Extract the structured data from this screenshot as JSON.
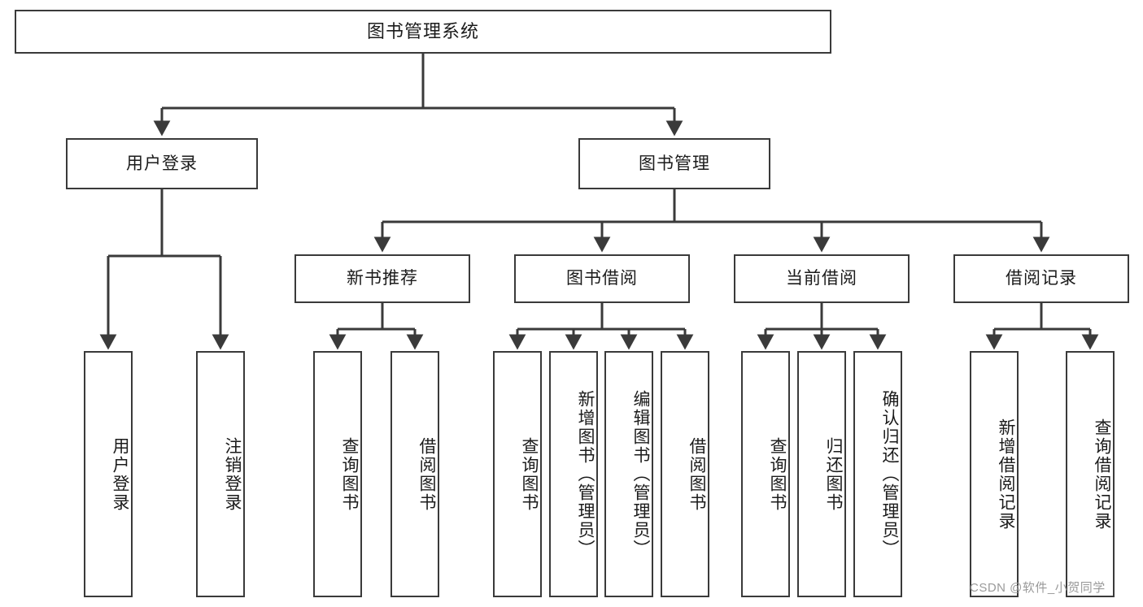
{
  "diagram": {
    "type": "tree-hierarchy",
    "title": "图书管理系统",
    "orientation": "top-down",
    "line_color": "#3a3a3a",
    "box_fill": "#ffffff",
    "text_color": "#1b1b1b",
    "levels": 4
  },
  "root": {
    "label": "图书管理系统"
  },
  "level2": [
    {
      "label": "用户登录"
    },
    {
      "label": "图书管理"
    }
  ],
  "level3": [
    {
      "label": "新书推荐"
    },
    {
      "label": "图书借阅"
    },
    {
      "label": "当前借阅"
    },
    {
      "label": "借阅记录"
    }
  ],
  "leaves": {
    "user_login": [
      {
        "label": "用户登录"
      },
      {
        "label": "注销登录"
      }
    ],
    "new_book_recommend": [
      {
        "label": "查询图书"
      },
      {
        "label": "借阅图书"
      }
    ],
    "book_borrow": [
      {
        "label": "查询图书"
      },
      {
        "label": "新增图书（管理员）"
      },
      {
        "label": "编辑图书（管理员）"
      },
      {
        "label": "借阅图书"
      }
    ],
    "current_borrow": [
      {
        "label": "查询图书"
      },
      {
        "label": "归还图书"
      },
      {
        "label": "确认归还（管理员）"
      }
    ],
    "borrow_record": [
      {
        "label": "新增借阅记录"
      },
      {
        "label": "查询借阅记录"
      }
    ]
  },
  "watermark": {
    "text": "CSDN @软件_小贺同学"
  }
}
